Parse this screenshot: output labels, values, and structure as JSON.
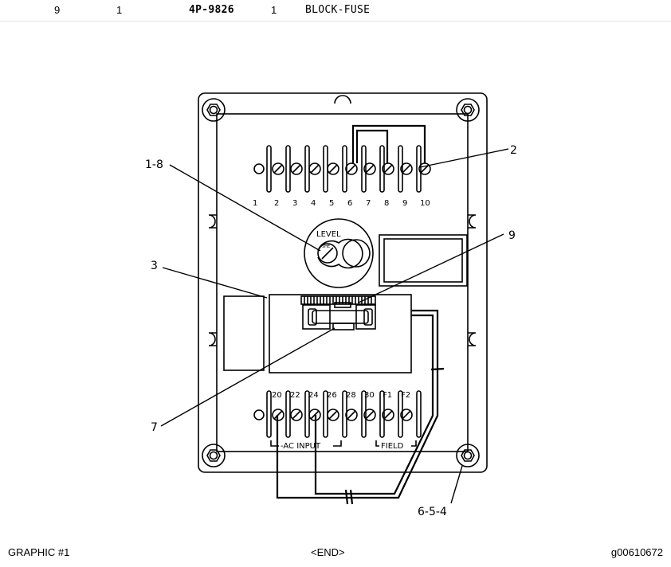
{
  "parts_row": {
    "ref": "9",
    "qty": "1",
    "part_number": "4P-9826",
    "qty2": "1",
    "description": "BLOCK-FUSE"
  },
  "diagram": {
    "callouts": {
      "c1": "1-8",
      "c2": "2",
      "c3": "3",
      "c9": "9",
      "c7": "7",
      "c6": "6-5-4"
    },
    "top_terminals": [
      "1",
      "2",
      "3",
      "4",
      "5",
      "6",
      "7",
      "8",
      "9",
      "10"
    ],
    "bottom_terminals": [
      "20",
      "22",
      "24",
      "26",
      "28",
      "30",
      "F1",
      "F2"
    ],
    "level_label": "LEVEL",
    "level_sub": "SHE",
    "ac_input_label": "-AC INPUT",
    "field_label": "FIELD"
  },
  "footer": {
    "left": "GRAPHIC #1",
    "center": "<END>",
    "right": "g00610672"
  }
}
